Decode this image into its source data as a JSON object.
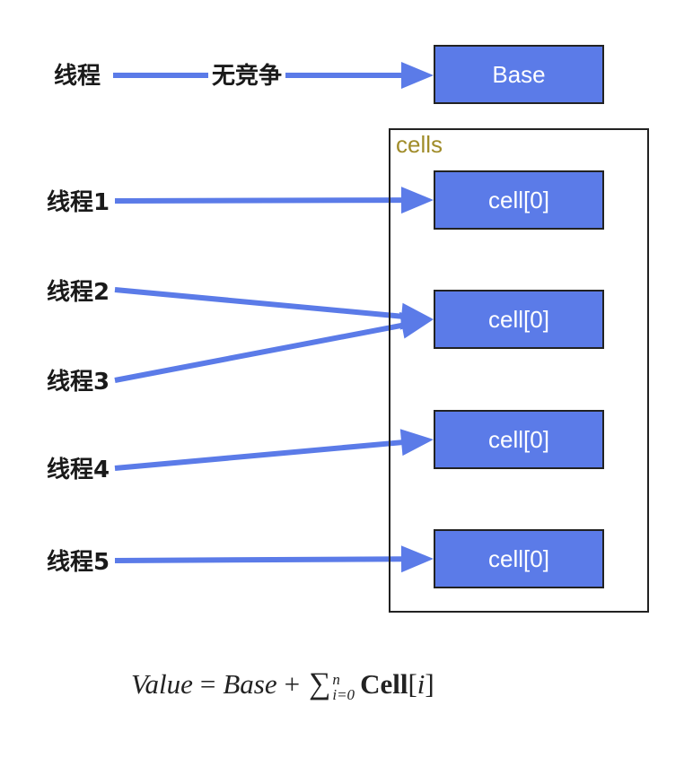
{
  "base": {
    "thread_label": "线程",
    "edge_label": "无竞争",
    "box_label": "Base"
  },
  "cells": {
    "title": "cells",
    "items": [
      {
        "label": "cell[0]"
      },
      {
        "label": "cell[0]"
      },
      {
        "label": "cell[0]"
      },
      {
        "label": "cell[0]"
      }
    ]
  },
  "threads": [
    {
      "label": "线程1",
      "target_cell": 0
    },
    {
      "label": "线程2",
      "target_cell": 1
    },
    {
      "label": "线程3",
      "target_cell": 1
    },
    {
      "label": "线程4",
      "target_cell": 2
    },
    {
      "label": "线程5",
      "target_cell": 3
    }
  ],
  "formula": {
    "lhs": "Value",
    "equals": "=",
    "base": "Base",
    "plus": "+",
    "sum_symbol": "∑",
    "upper": "n",
    "lower": "i=0",
    "term": "Cell",
    "open_bracket": "[",
    "index": "i",
    "close_bracket": "]"
  },
  "colors": {
    "arrow": "#5b7be8",
    "box_fill": "#5b7be8",
    "cells_title": "#a08c2a"
  }
}
